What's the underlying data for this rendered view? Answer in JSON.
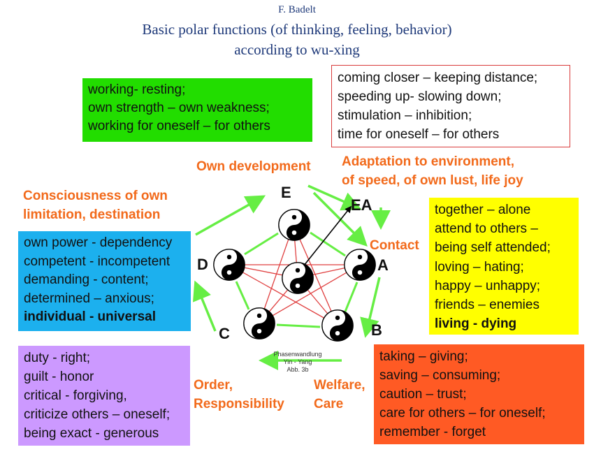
{
  "header": {
    "author": "F. Badelt",
    "title_line1": "Basic polar functions (of thinking, feeling, behavior)",
    "title_line2": "according to wu-xing"
  },
  "boxes": {
    "green": {
      "lines": [
        "working- resting;",
        "own strength – own weakness;",
        "working for oneself – for others"
      ]
    },
    "white": {
      "lines": [
        "coming closer – keeping distance;",
        "speeding up- slowing down;",
        "stimulation – inhibition;",
        "time for oneself – for others"
      ]
    },
    "blue": {
      "lines": [
        "own power - dependency",
        "competent - incompetent",
        "demanding - content;",
        "determined – anxious;",
        "individual - universal"
      ]
    },
    "yellow": {
      "lines": [
        "together – alone",
        "attend to others –",
        "being self attended;",
        "loving – hating;",
        "happy – unhappy;",
        "friends – enemies",
        "living - dying"
      ]
    },
    "purple": {
      "lines": [
        "duty - right;",
        "guilt - honor",
        "critical - forgiving,",
        "criticize others – oneself;",
        "being exact - generous"
      ]
    },
    "orange": {
      "lines": [
        "taking – giving;",
        "saving – consuming;",
        "caution – trust;",
        "care for others – for oneself;",
        "remember - forget"
      ]
    }
  },
  "labels": {
    "own_development": "Own development",
    "adaptation_line1": "Adaptation to environment,",
    "adaptation_line2": "of speed, of own lust, life joy",
    "consciousness_line1": "Consciousness of own",
    "consciousness_line2": "limitation, destination",
    "contact": "Contact",
    "order_line1": "Order,",
    "order_line2": "Responsibility",
    "welfare_line1": "Welfare,",
    "welfare_line2": "Care"
  },
  "nodes": {
    "E": "E",
    "EA": "EA",
    "A": "A",
    "B": "B",
    "C": "C",
    "D": "D"
  },
  "caption": {
    "line1": "Phasenwandlung",
    "line2": "Yin - Yang",
    "line3": "Abb. 3b"
  },
  "colors": {
    "green_box": "#22dd00",
    "blue_box": "#1cb0ee",
    "yellow_box": "#ffff00",
    "purple_box": "#cc99ff",
    "orange_box": "#ff5a24",
    "white_box_border": "#d83a3a",
    "label_text": "#f26a1b",
    "title_text": "#1f3a7a",
    "arrow": "#66ee44",
    "pentagram": "#e04040"
  }
}
